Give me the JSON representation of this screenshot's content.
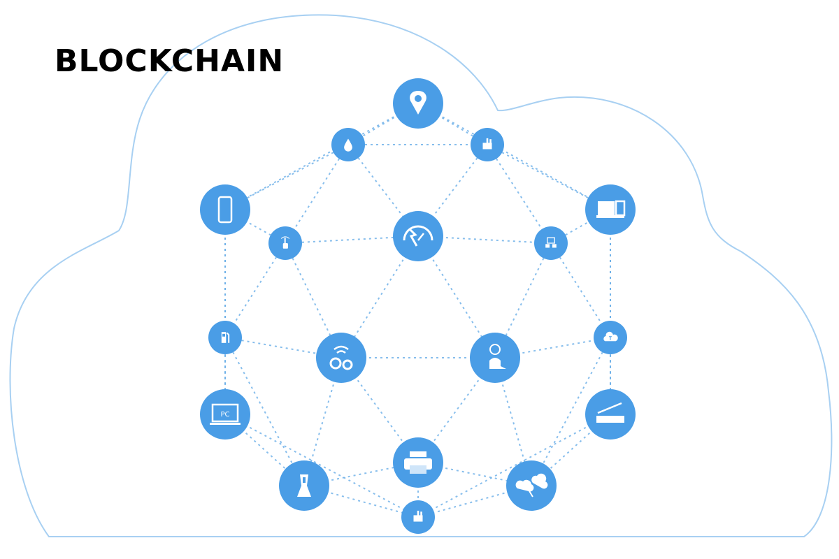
{
  "title": "BLOCKCHAIN",
  "colors": {
    "node": "#4a9de6",
    "link": "#6aaee8",
    "cloud": "#a8d0f2",
    "icon": "#ffffff"
  },
  "nodes": [
    {
      "id": "location",
      "icon": "location-pin-icon",
      "size": "large"
    },
    {
      "id": "drop",
      "icon": "water-drop-icon",
      "size": "small"
    },
    {
      "id": "factory-top",
      "icon": "factory-icon",
      "size": "small"
    },
    {
      "id": "phone",
      "icon": "smartphone-icon",
      "size": "large"
    },
    {
      "id": "touch",
      "icon": "touch-hand-icon",
      "size": "small"
    },
    {
      "id": "speedometer",
      "icon": "speedometer-icon",
      "size": "large"
    },
    {
      "id": "network",
      "icon": "network-devices-icon",
      "size": "small"
    },
    {
      "id": "truck",
      "icon": "delivery-truck-icon",
      "size": "large"
    },
    {
      "id": "fuel",
      "icon": "fuel-pump-icon",
      "size": "small"
    },
    {
      "id": "gears",
      "icon": "wifi-gears-icon",
      "size": "large"
    },
    {
      "id": "person",
      "icon": "idea-person-icon",
      "size": "large"
    },
    {
      "id": "cloud-node",
      "icon": "cloud-icon",
      "size": "small"
    },
    {
      "id": "pc",
      "icon": "laptop-pc-icon",
      "size": "large"
    },
    {
      "id": "scanner",
      "icon": "scanner-icon",
      "size": "large"
    },
    {
      "id": "blender",
      "icon": "blender-icon",
      "size": "large"
    },
    {
      "id": "printer",
      "icon": "printer-icon",
      "size": "large"
    },
    {
      "id": "weather",
      "icon": "weather-cloud-icon",
      "size": "large"
    },
    {
      "id": "factory-bottom",
      "icon": "factory-icon",
      "size": "small"
    }
  ],
  "links": [
    [
      "location",
      "drop"
    ],
    [
      "location",
      "factory-top"
    ],
    [
      "location",
      "phone"
    ],
    [
      "location",
      "truck"
    ],
    [
      "drop",
      "factory-top"
    ],
    [
      "drop",
      "phone"
    ],
    [
      "drop",
      "touch"
    ],
    [
      "drop",
      "speedometer"
    ],
    [
      "factory-top",
      "truck"
    ],
    [
      "factory-top",
      "network"
    ],
    [
      "factory-top",
      "speedometer"
    ],
    [
      "phone",
      "touch"
    ],
    [
      "phone",
      "fuel"
    ],
    [
      "phone",
      "pc"
    ],
    [
      "touch",
      "speedometer"
    ],
    [
      "touch",
      "fuel"
    ],
    [
      "touch",
      "gears"
    ],
    [
      "speedometer",
      "network"
    ],
    [
      "speedometer",
      "gears"
    ],
    [
      "speedometer",
      "person"
    ],
    [
      "network",
      "truck"
    ],
    [
      "network",
      "person"
    ],
    [
      "network",
      "cloud-node"
    ],
    [
      "truck",
      "cloud-node"
    ],
    [
      "truck",
      "scanner"
    ],
    [
      "fuel",
      "gears"
    ],
    [
      "fuel",
      "pc"
    ],
    [
      "fuel",
      "blender"
    ],
    [
      "gears",
      "person"
    ],
    [
      "gears",
      "blender"
    ],
    [
      "gears",
      "printer"
    ],
    [
      "person",
      "cloud-node"
    ],
    [
      "person",
      "printer"
    ],
    [
      "person",
      "weather"
    ],
    [
      "cloud-node",
      "scanner"
    ],
    [
      "cloud-node",
      "weather"
    ],
    [
      "pc",
      "blender"
    ],
    [
      "pc",
      "factory-bottom"
    ],
    [
      "scanner",
      "weather"
    ],
    [
      "scanner",
      "factory-bottom"
    ],
    [
      "blender",
      "printer"
    ],
    [
      "blender",
      "factory-bottom"
    ],
    [
      "printer",
      "weather"
    ],
    [
      "printer",
      "factory-bottom"
    ],
    [
      "weather",
      "factory-bottom"
    ]
  ]
}
